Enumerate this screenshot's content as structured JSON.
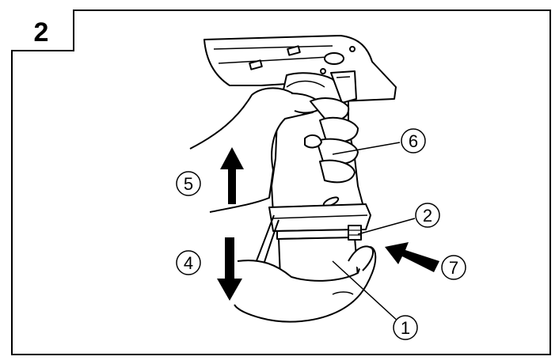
{
  "figure": {
    "step_number": "2",
    "callouts": [
      {
        "id": "c1",
        "label": "1"
      },
      {
        "id": "c2",
        "label": "2"
      },
      {
        "id": "c4",
        "label": "4"
      },
      {
        "id": "c5",
        "label": "5"
      },
      {
        "id": "c6",
        "label": "6"
      },
      {
        "id": "c7",
        "label": "7"
      }
    ]
  }
}
